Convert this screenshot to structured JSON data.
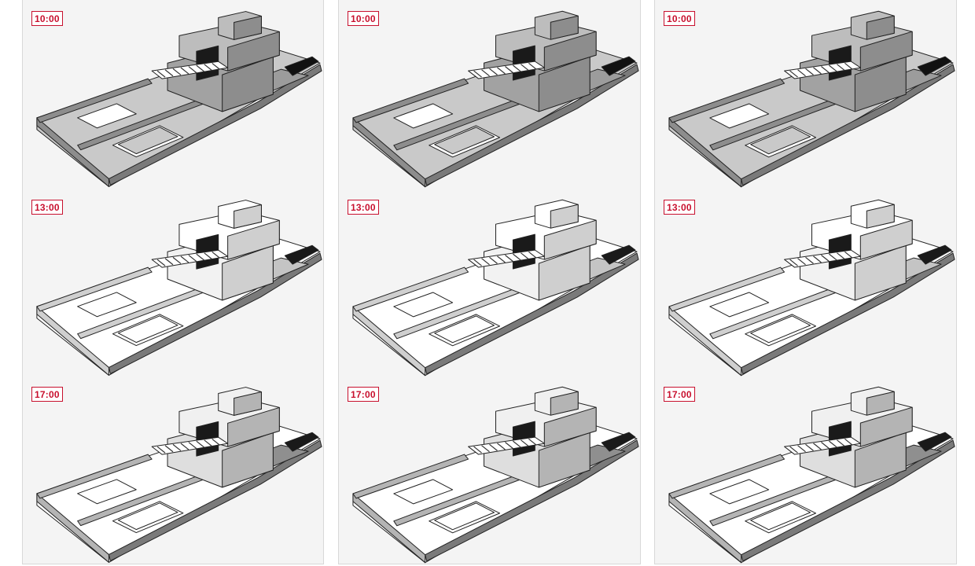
{
  "panels": [
    {
      "variant": "A",
      "rows": [
        {
          "time": "10:00"
        },
        {
          "time": "13:00"
        },
        {
          "time": "17:00"
        }
      ]
    },
    {
      "variant": "B",
      "rows": [
        {
          "time": "10:00"
        },
        {
          "time": "13:00"
        },
        {
          "time": "17:00"
        }
      ]
    },
    {
      "variant": "C",
      "rows": [
        {
          "time": "10:00"
        },
        {
          "time": "13:00"
        },
        {
          "time": "17:00"
        }
      ]
    }
  ],
  "colors": {
    "badge": "#c8102e",
    "panel_bg": "#f4f4f4",
    "shade": "#9a9a9a",
    "deep_shadow": "#111111"
  }
}
